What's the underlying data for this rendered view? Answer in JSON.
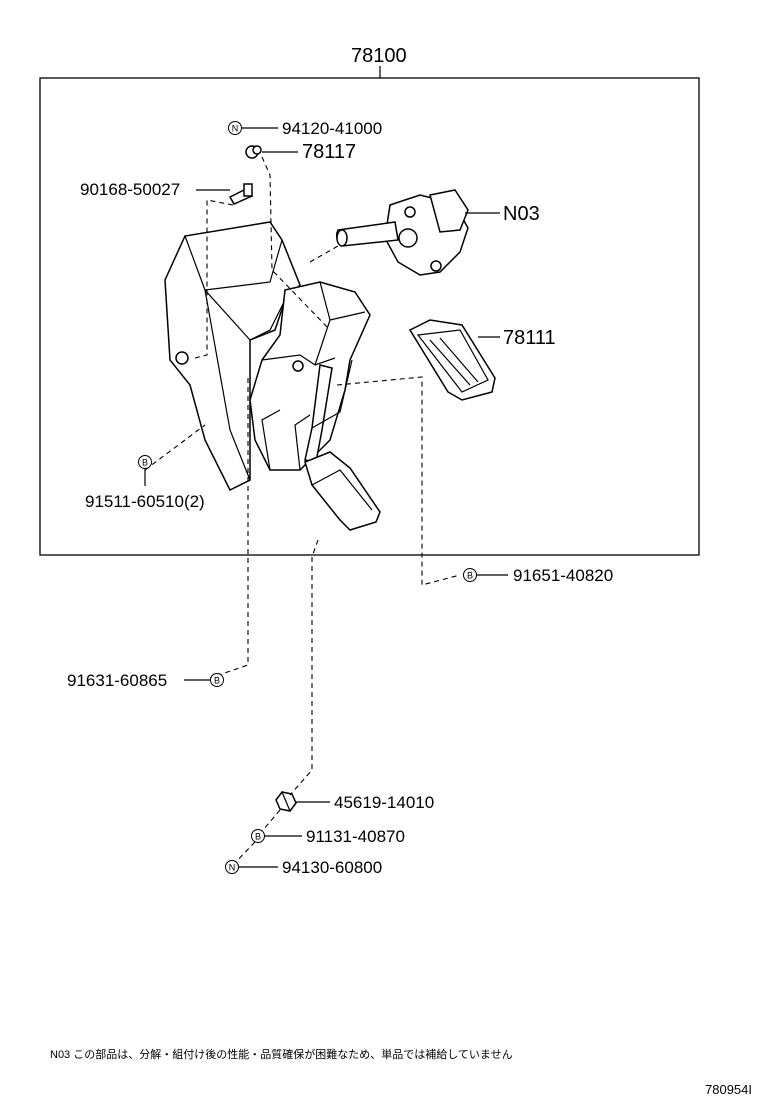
{
  "assembly": {
    "number": "78100"
  },
  "parts": [
    {
      "id": "p1",
      "number": "94120-41000",
      "marker": "N"
    },
    {
      "id": "p2",
      "number": "78117"
    },
    {
      "id": "p3",
      "number": "90168-50027"
    },
    {
      "id": "p4",
      "number": "N03"
    },
    {
      "id": "p5",
      "number": "78111"
    },
    {
      "id": "p6",
      "number": "91511-60510(2)",
      "marker": "B"
    },
    {
      "id": "p7",
      "number": "91651-40820",
      "marker": "B"
    },
    {
      "id": "p8",
      "number": "91631-60865",
      "marker": "B"
    },
    {
      "id": "p9",
      "number": "45619-14010"
    },
    {
      "id": "p10",
      "number": "91131-40870",
      "marker": "B"
    },
    {
      "id": "p11",
      "number": "94130-60800",
      "marker": "N"
    }
  ],
  "footnote": "N03 この部品は、分解・組付け後の性能・品質確保が困難なため、単品では補給していません",
  "diagram_code": "780954I"
}
